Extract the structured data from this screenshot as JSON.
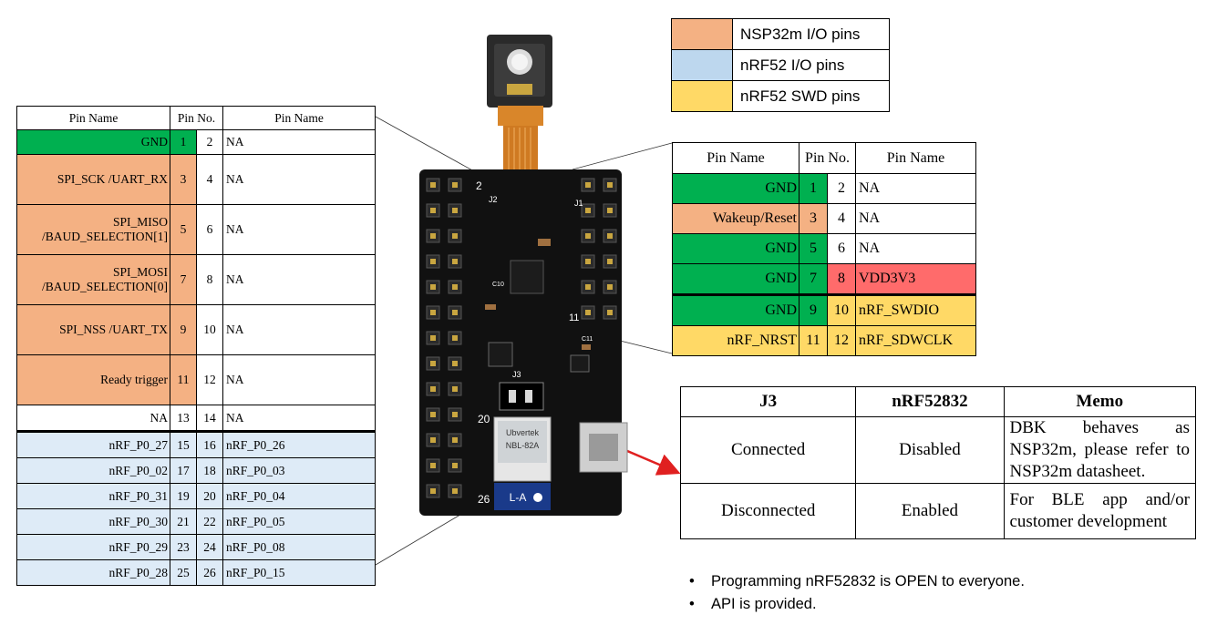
{
  "colors": {
    "nsp32m_io": "#F4B183",
    "nrf52_io": "#DEEBF7",
    "nrf52_swd": "#FFD966",
    "gnd": "#00B050",
    "vdd": "#FF6B6B",
    "arrow": "#E02020"
  },
  "legend": [
    {
      "label": "NSP32m I/O pins",
      "color": "#F4B183"
    },
    {
      "label": "nRF52 I/O pins",
      "color": "#BDD7EE"
    },
    {
      "label": "nRF52 SWD pins",
      "color": "#FFD966"
    }
  ],
  "left_table": {
    "headers": [
      "Pin Name",
      "Pin No.",
      "Pin Name"
    ],
    "rows": [
      {
        "left": "GND",
        "a": "1",
        "b": "2",
        "right": "NA",
        "lc": "gnd",
        "ac": "gnd"
      },
      {
        "left": "SPI_SCK /UART_RX",
        "a": "3",
        "b": "4",
        "right": "NA",
        "lc": "io",
        "ac": "io"
      },
      {
        "left": "SPI_MISO /BAUD_SELECTION[1]",
        "a": "5",
        "b": "6",
        "right": " NA",
        "lc": "io",
        "ac": "io"
      },
      {
        "left": "SPI_MOSI /BAUD_SELECTION[0]",
        "a": "7",
        "b": "8",
        "right": "NA",
        "lc": "io",
        "ac": "io"
      },
      {
        "left": "SPI_NSS /UART_TX",
        "a": "9",
        "b": "10",
        "right": "NA",
        "lc": "io",
        "ac": "io"
      },
      {
        "left": "Ready trigger",
        "a": "11",
        "b": "12",
        "right": "NA",
        "lc": "io",
        "ac": "io"
      },
      {
        "left": "NA",
        "a": "13",
        "b": "14",
        "right": "NA",
        "lc": "none",
        "ac": "none"
      },
      {
        "left": "nRF_P0_27",
        "a": "15",
        "b": "16",
        "right": "nRF_P0_26",
        "lc": "nrf",
        "ac": "nrf"
      },
      {
        "left": "nRF_P0_02",
        "a": "17",
        "b": "18",
        "right": "nRF_P0_03",
        "lc": "nrf",
        "ac": "nrf"
      },
      {
        "left": "nRF_P0_31",
        "a": "19",
        "b": "20",
        "right": "nRF_P0_04",
        "lc": "nrf",
        "ac": "nrf"
      },
      {
        "left": "nRF_P0_30",
        "a": "21",
        "b": "22",
        "right": "nRF_P0_05",
        "lc": "nrf",
        "ac": "nrf"
      },
      {
        "left": "nRF_P0_29",
        "a": "23",
        "b": "24",
        "right": "nRF_P0_08",
        "lc": "nrf",
        "ac": "nrf"
      },
      {
        "left": "nRF_P0_28",
        "a": "25",
        "b": "26",
        "right": "nRF_P0_15",
        "lc": "nrf",
        "ac": "nrf"
      }
    ]
  },
  "right_table": {
    "headers": [
      "Pin Name",
      "Pin No.",
      "Pin Name"
    ],
    "rows": [
      {
        "left": "GND",
        "a": "1",
        "b": "2",
        "right": "NA"
      },
      {
        "left": "Wakeup/Reset",
        "a": "3",
        "b": "4",
        "right": "NA"
      },
      {
        "left": "GND",
        "a": "5",
        "b": "6",
        "right": " NA"
      },
      {
        "left": "GND",
        "a": "7",
        "b": "8",
        "right": "VDD3V3"
      },
      {
        "left": "GND",
        "a": "9",
        "b": "10",
        "right": "nRF_SWDIO"
      },
      {
        "left": "nRF_NRST",
        "a": "11",
        "b": "12",
        "right": "nRF_SDWCLK"
      }
    ]
  },
  "j3_table": {
    "headers": [
      "J3",
      "nRF52832",
      "Memo"
    ],
    "rows": [
      {
        "j3": "Connected",
        "nrf": "Disabled",
        "memo": "DBK behaves as NSP32m, please refer to NSP32m datasheet."
      },
      {
        "j3": "Disconnected",
        "nrf": "Enabled",
        "memo": "For BLE app and/or customer development"
      }
    ]
  },
  "notes": [
    "Programming nRF52832 is OPEN to everyone.",
    "API is provided."
  ],
  "board": {
    "labels": {
      "j2": "J2",
      "j1": "J1",
      "j3": "J3",
      "pin2": "2",
      "pin20": "20",
      "pin26": "26",
      "pin11": "11",
      "c10": "C10",
      "c11": "C11",
      "module_line1": "Ubvertek",
      "module_line2": "NBL-82A",
      "chip_tag": "L-A"
    }
  }
}
